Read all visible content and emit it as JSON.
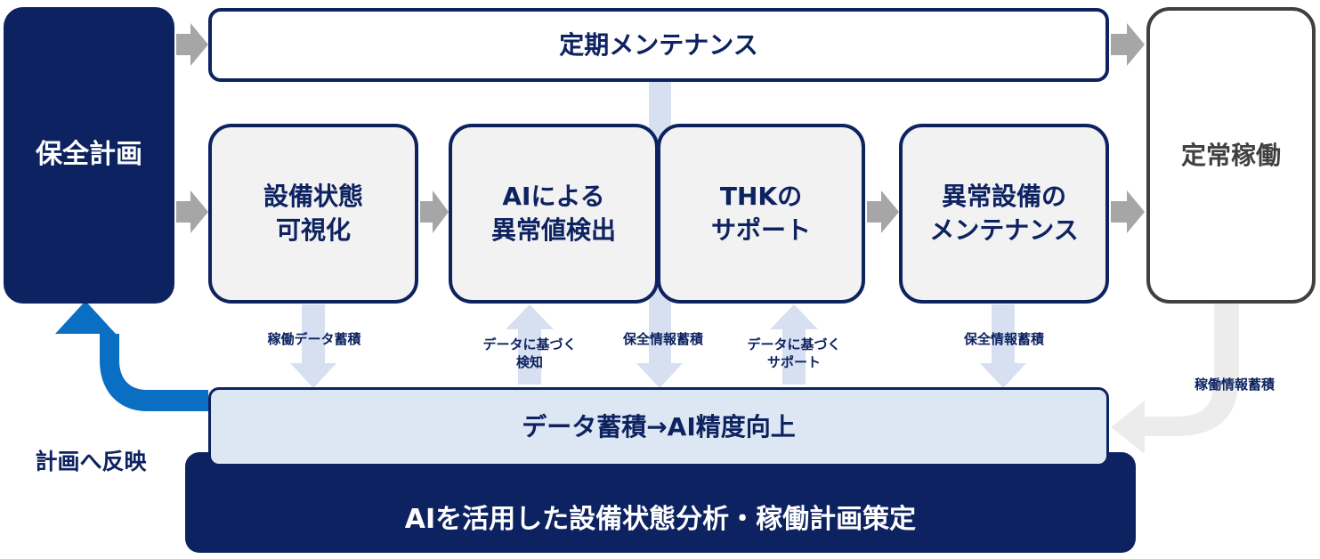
{
  "colors": {
    "navy": "#0d2260",
    "step_fill": "#f2f2f2",
    "light_blue": "#dde7f4",
    "pale_arrow": "#d6e0f1",
    "grey_arrow": "#a6a6a6",
    "light_grey_arrow": "#ececec",
    "dark_grey": "#404040",
    "blue_arrow": "#0a6fc2"
  },
  "nodes": {
    "plan": "保全計画",
    "periodic": "定期メンテナンス",
    "visualize": "設備状態\n可視化",
    "ai_detect": "AIによる\n異常値検出",
    "thk_support": "THKの\nサポート",
    "anomaly_maint": "異常設備の\nメンテナンス",
    "steady": "定常稼働",
    "data_accum": "データ蓄積→AI精度向上",
    "ai_analysis": "AIを活用した設備状態分析・稼働計画策定"
  },
  "flow_labels": {
    "operation_data": "稼働データ蓄積",
    "data_detect": "データに基づく\n検知",
    "maint_info_1": "保全情報蓄積",
    "data_support": "データに基づく\nサポート",
    "maint_info_2": "保全情報蓄積",
    "operation_info": "稼働情報蓄積",
    "reflect_plan": "計画へ反映"
  }
}
